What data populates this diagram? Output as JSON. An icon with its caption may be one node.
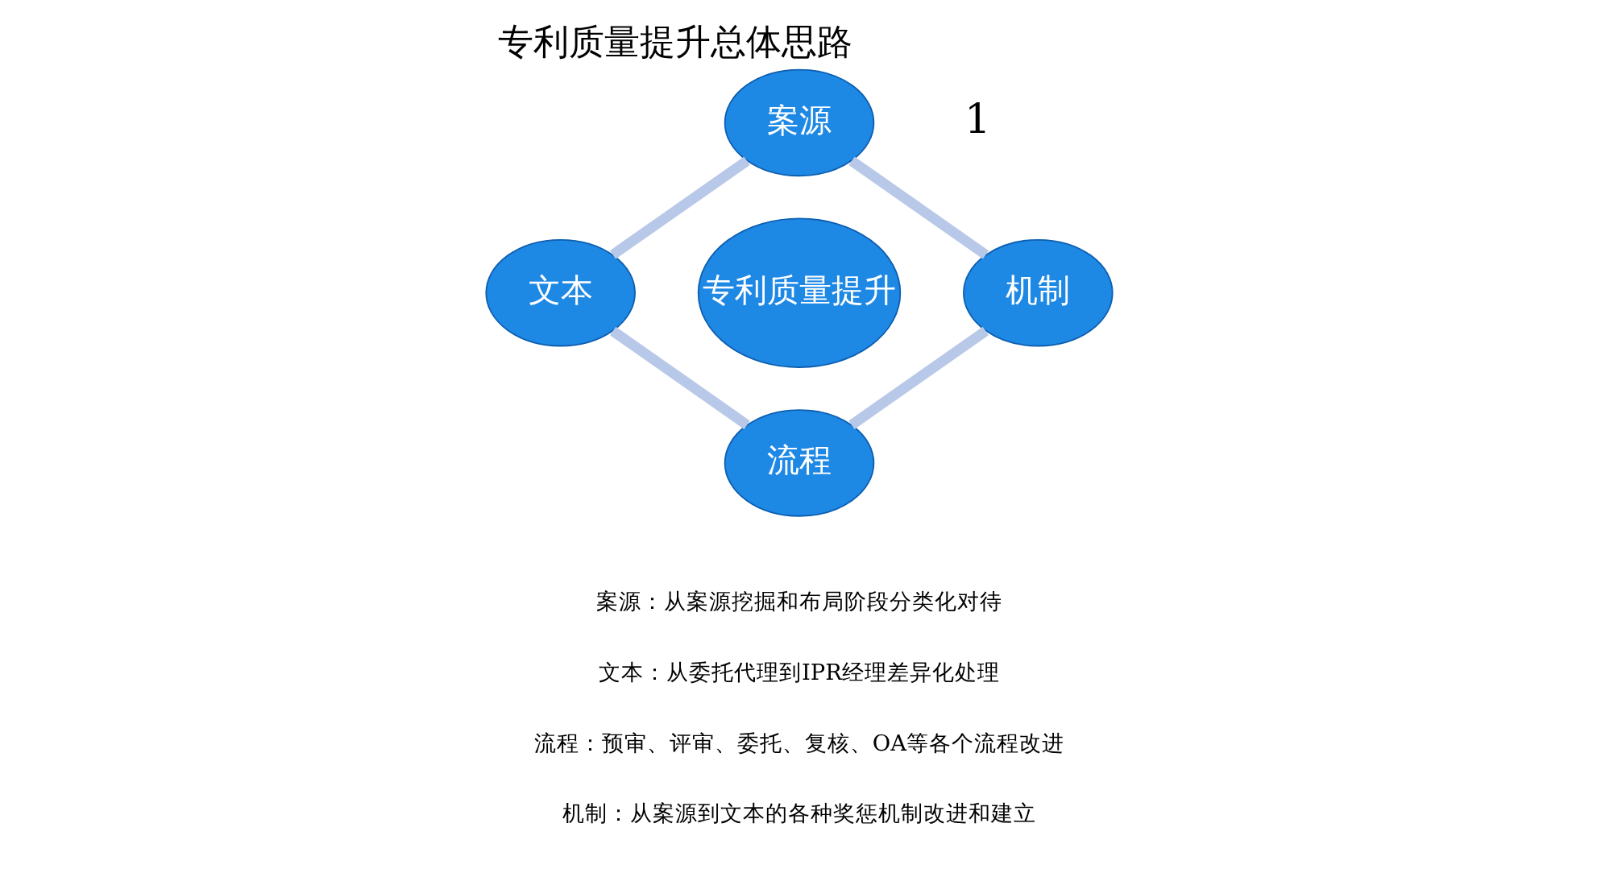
{
  "diagram": {
    "title": "专利质量提升总体思路",
    "nodes": [
      {
        "text": [
          "案源"
        ]
      },
      {
        "text": [
          "文本"
        ]
      },
      {
        "text": [
          "专利质量提升"
        ]
      },
      {
        "text": [
          "机制"
        ]
      },
      {
        "text": [
          "流程"
        ]
      }
    ],
    "edges": [
      {
        "from": 0,
        "to": 3,
        "arrow": "none"
      },
      {
        "from": 3,
        "to": 4,
        "arrow": "none"
      },
      {
        "from": 4,
        "to": 1,
        "arrow": "none"
      },
      {
        "from": 1,
        "to": 0,
        "arrow": "none"
      }
    ],
    "labels": [
      "1",
      "案源：从案源挖掘和布局阶段分类化对待",
      "文本：从委托代理到IPR经理差异化处理",
      "流程：预审、评审、委托、复核、OA等各个流程改进",
      "机制：从案源到文本的各种奖惩机制改进和建立"
    ]
  }
}
